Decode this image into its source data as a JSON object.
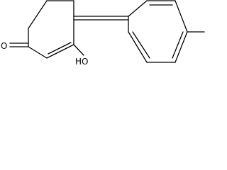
{
  "structure": {
    "type": "skeletal-formula",
    "atoms": {
      "carbonyl_oxygen": "O",
      "hydroxyl": "HO"
    },
    "colors": {
      "bond": "#000000",
      "background": "#ffffff"
    }
  }
}
